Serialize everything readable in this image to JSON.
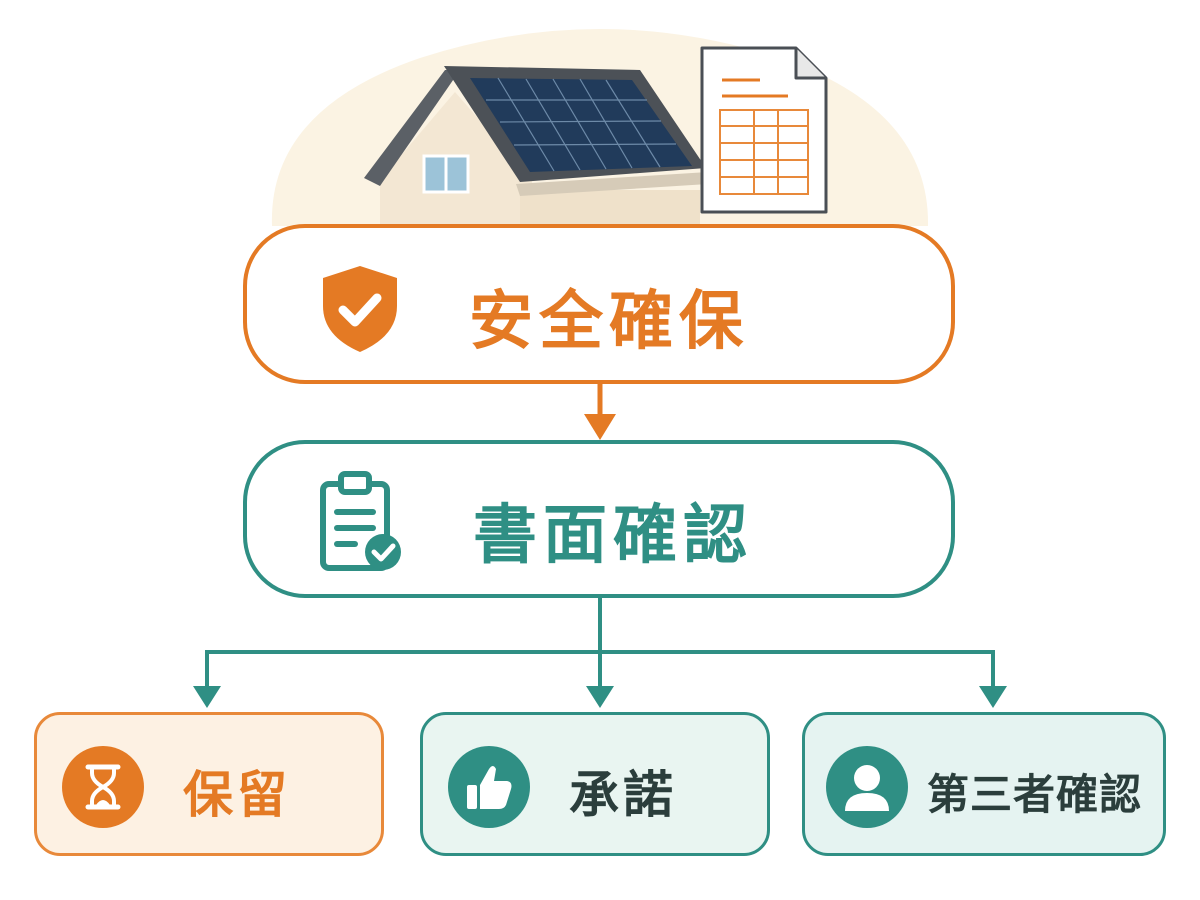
{
  "flow": {
    "top": {
      "label": "安全確保",
      "icon": "shield-check-icon"
    },
    "middle": {
      "label": "書面確認",
      "icon": "clipboard-check-icon"
    },
    "outcomes": [
      {
        "label": "保留",
        "icon": "hourglass-icon"
      },
      {
        "label": "承諾",
        "icon": "thumbs-up-icon"
      },
      {
        "label": "第三者確認",
        "icon": "person-icon"
      }
    ]
  },
  "illustration": {
    "house": "house-with-solar-panels-icon",
    "document": "spreadsheet-document-icon"
  },
  "colors": {
    "orange": "#e47a24",
    "teal": "#2f8f84",
    "text_dark": "#2b3e3c",
    "cream": "#fbf3e3"
  }
}
